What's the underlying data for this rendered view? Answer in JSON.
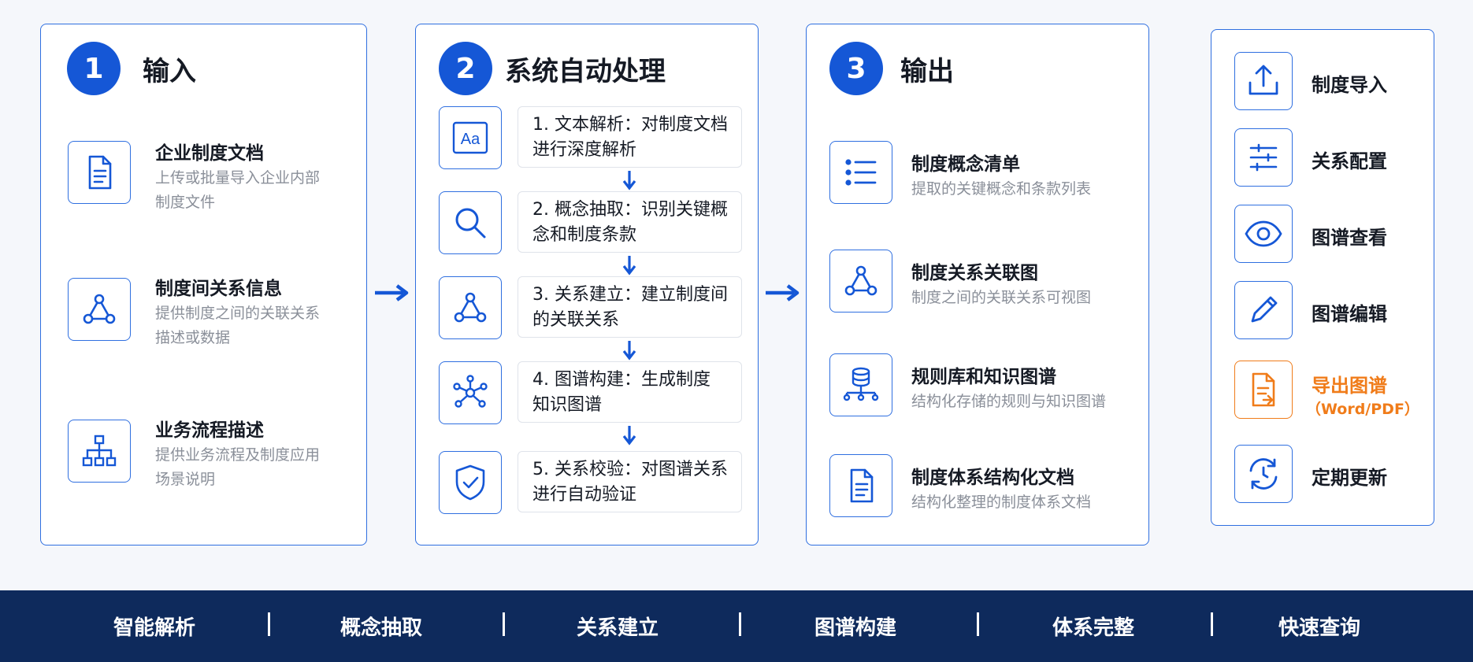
{
  "colors": {
    "accent": "#1557d6",
    "border": "#2f6fe0",
    "highlight": "#f07c1a",
    "bar": "#0e2a5c"
  },
  "input": {
    "number": "1",
    "title": "输入",
    "items": [
      {
        "icon": "document-icon",
        "title": "企业制度文档",
        "desc1": "上传或批量导入企业内部",
        "desc2": "制度文件"
      },
      {
        "icon": "network-icon",
        "title": "制度间关系信息",
        "desc1": "提供制度之间的关联关系",
        "desc2": "描述或数据"
      },
      {
        "icon": "org-chart-icon",
        "title": "业务流程描述",
        "desc1": "提供业务流程及制度应用",
        "desc2": "场景说明"
      }
    ]
  },
  "process": {
    "number": "2",
    "title": "系统自动处理",
    "steps": [
      {
        "icon": "text-aa-icon",
        "line1": "1. 文本解析：对制度文档",
        "line2": "进行深度解析"
      },
      {
        "icon": "search-icon",
        "line1": "2. 概念抽取：识别关键概",
        "line2": "念和制度条款"
      },
      {
        "icon": "network-icon",
        "line1": "3. 关系建立：建立制度间",
        "line2": "的关联关系"
      },
      {
        "icon": "graph-hub-icon",
        "line1": "4. 图谱构建：生成制度",
        "line2": "知识图谱"
      },
      {
        "icon": "shield-check-icon",
        "line1": "5. 关系校验：对图谱关系",
        "line2": "进行自动验证"
      }
    ]
  },
  "output": {
    "number": "3",
    "title": "输出",
    "items": [
      {
        "icon": "list-icon",
        "title": "制度概念清单",
        "desc": "提取的关键概念和条款列表"
      },
      {
        "icon": "network-icon",
        "title": "制度关系关联图",
        "desc": "制度之间的关联关系可视图"
      },
      {
        "icon": "database-icon",
        "title": "规则库和知识图谱",
        "desc": "结构化存储的规则与知识图谱"
      },
      {
        "icon": "document-icon",
        "title": "制度体系结构化文档",
        "desc": "结构化整理的制度体系文档"
      }
    ]
  },
  "tools": [
    {
      "icon": "upload-icon",
      "label": "制度导入"
    },
    {
      "icon": "sliders-icon",
      "label": "关系配置"
    },
    {
      "icon": "eye-icon",
      "label": "图谱查看"
    },
    {
      "icon": "pencil-icon",
      "label": "图谱编辑"
    },
    {
      "icon": "export-doc-icon",
      "label": "导出图谱",
      "sub": "（Word/PDF）",
      "highlight": true
    },
    {
      "icon": "refresh-clock-icon",
      "label": "定期更新"
    }
  ],
  "bottom_bar": {
    "keywords": [
      "智能解析",
      "概念抽取",
      "关系建立",
      "图谱构建",
      "体系完整",
      "快速查询"
    ],
    "separator": "|"
  }
}
